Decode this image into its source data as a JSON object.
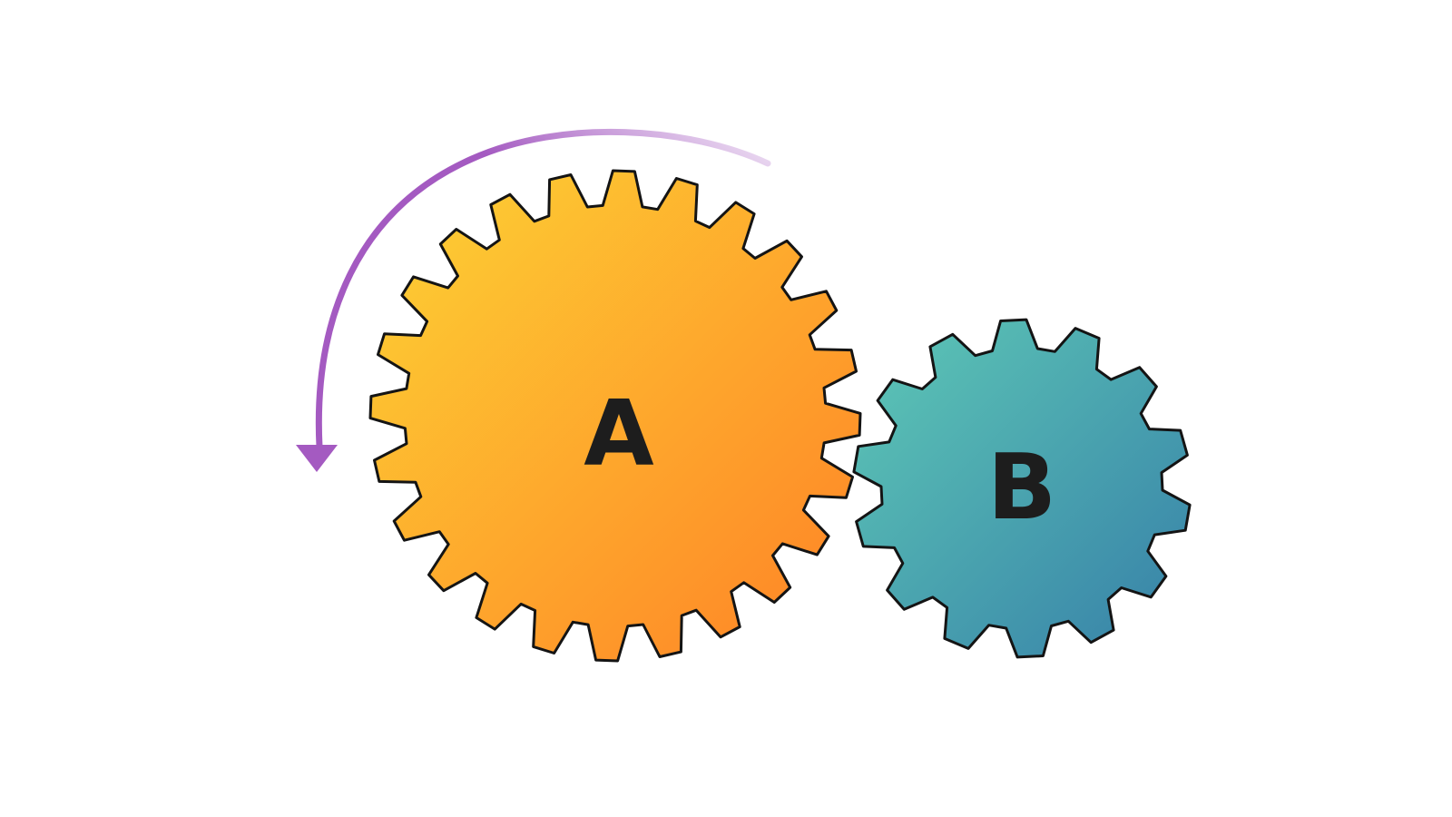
{
  "diagram": {
    "gears": [
      {
        "id": "gear-a",
        "label": "A",
        "teeth": 24,
        "gradient": [
          "#fdd334",
          "#fe8126"
        ],
        "outline": "#141414"
      },
      {
        "id": "gear-b",
        "label": "B",
        "teeth": 14,
        "gradient": [
          "#5ec9b6",
          "#367fa8"
        ],
        "outline": "#141414"
      }
    ],
    "rotation_arrow": {
      "direction": "counterclockwise",
      "color": "#a45ac1"
    }
  }
}
